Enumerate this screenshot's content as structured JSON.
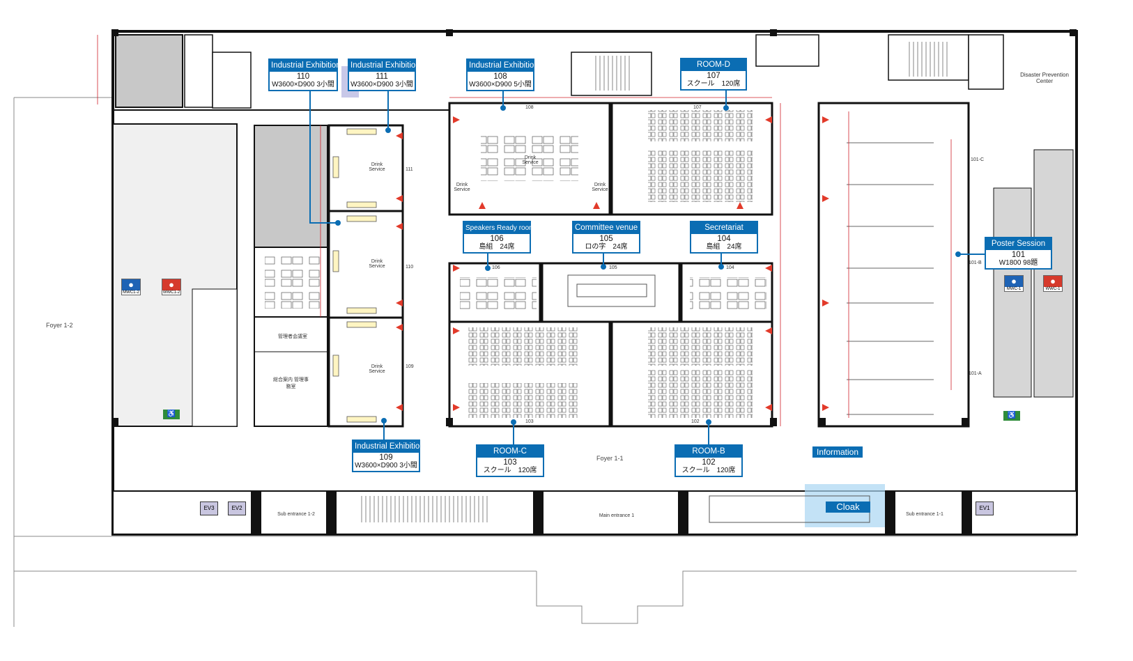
{
  "colors": {
    "label_blue": "#0b6db3",
    "wall": "#111111",
    "dimension_red": "#d0202a",
    "storage_grey": "#c8c8c8",
    "cloak_highlight": "#a9d6f2",
    "booth": "#fff5c2"
  },
  "labels": {
    "ex110": {
      "title": "Industrial Exhibition",
      "number": "110",
      "detail": "W3600×D900 3小間"
    },
    "ex111": {
      "title": "Industrial Exhibition",
      "number": "111",
      "detail": "W3600×D900 3小間"
    },
    "ex108": {
      "title": "Industrial Exhibition",
      "number": "108",
      "detail": "W3600×D900 5小間"
    },
    "ex109": {
      "title": "Industrial Exhibition",
      "number": "109",
      "detail": "W3600×D900 3小間"
    },
    "room_d": {
      "title": "ROOM-D",
      "number": "107",
      "detail": "スクール　120席"
    },
    "room_c": {
      "title": "ROOM-C",
      "number": "103",
      "detail": "スクール　120席"
    },
    "room_b": {
      "title": "ROOM-B",
      "number": "102",
      "detail": "スクール　120席"
    },
    "speakers": {
      "title": "Speakers Ready room",
      "number": "106",
      "detail": "島組　24席"
    },
    "committee": {
      "title": "Committee venue",
      "number": "105",
      "detail": "ロの字　24席"
    },
    "secretariat": {
      "title": "Secretariat",
      "number": "104",
      "detail": "島組　24席"
    },
    "poster": {
      "title": "Poster Session",
      "number": "101",
      "detail": "W1800 98題"
    },
    "information": "Information",
    "cloak": "Cloak"
  },
  "areas": {
    "foyer_1_2": "Foyer 1-2",
    "foyer_1_1": "Foyer 1-1",
    "sub_entrance_1_2": "Sub entrance 1-2",
    "main_entrance_1": "Main entrance 1",
    "sub_entrance_1_1": "Sub entrance 1-1",
    "disaster_prevention": "Disaster Prevention Center",
    "mgmt_meeting": "管理者会議室",
    "general_office": "総合案内 管理事務室",
    "drink_service": "Drink Service",
    "room_101a": "101-A",
    "room_101b": "101-B",
    "room_101c": "101-C",
    "room_nums": {
      "r111": "111",
      "r110": "110",
      "r109": "109",
      "r108": "108",
      "r107": "107",
      "r106": "106",
      "r105": "105",
      "r104": "104",
      "r103": "103",
      "r102": "102"
    }
  },
  "restrooms": {
    "mwc12": "MWC1-2",
    "wwc12": "WWC1-2",
    "mwc1": "MWC-1",
    "wwc1": "WWC-1"
  },
  "elevators": {
    "ev3": "EV3",
    "ev2": "EV2",
    "ev1": "EV1"
  }
}
